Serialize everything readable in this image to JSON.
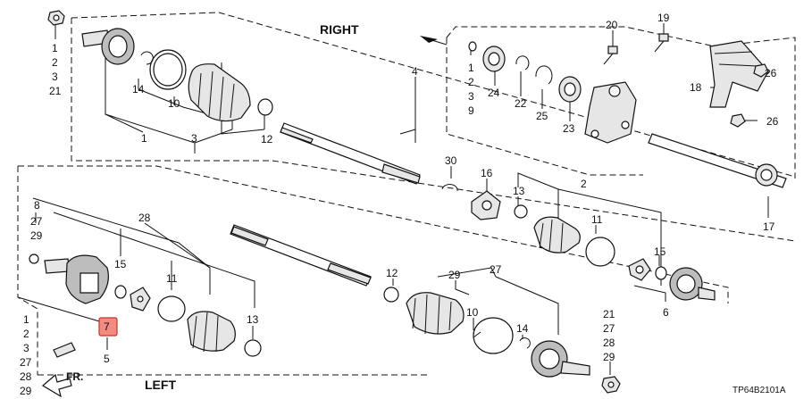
{
  "titles": {
    "right": "RIGHT",
    "left": "LEFT"
  },
  "direction": "FR.",
  "diagram_code": "TP64B2101A",
  "highlight": {
    "number": "7",
    "color": "#f28b82"
  },
  "callouts": {
    "c1a": "1",
    "c2a": "2",
    "c3a": "3",
    "c21a": "21",
    "c14a": "14",
    "c10a": "10",
    "c1b": "1",
    "c3b": "3",
    "c12a": "12",
    "c4": "4",
    "c1c": "1",
    "c2c": "2",
    "c3c": "3",
    "c9": "9",
    "c24": "24",
    "c22": "22",
    "c25": "25",
    "c23": "23",
    "c20": "20",
    "c19": "19",
    "c18": "18",
    "c26a": "26",
    "c26b": "26",
    "c17": "17",
    "c30": "30",
    "c16": "16",
    "c13a": "13",
    "c2b": "2",
    "c11a": "11",
    "c15a": "15",
    "c6": "6",
    "c8": "8",
    "c27a": "27",
    "c29a": "29",
    "c28": "28",
    "c15b": "15",
    "c11b": "11",
    "c13b": "13",
    "c1d": "1",
    "c2d": "2",
    "c3d": "3",
    "c27b": "27",
    "c28b": "28",
    "c29b": "29",
    "c5": "5",
    "c12b": "12",
    "c29c": "29",
    "c27c": "27",
    "c10b": "10",
    "c14b": "14",
    "c21b": "21",
    "c27d": "27",
    "c28c": "28",
    "c29d": "29"
  }
}
